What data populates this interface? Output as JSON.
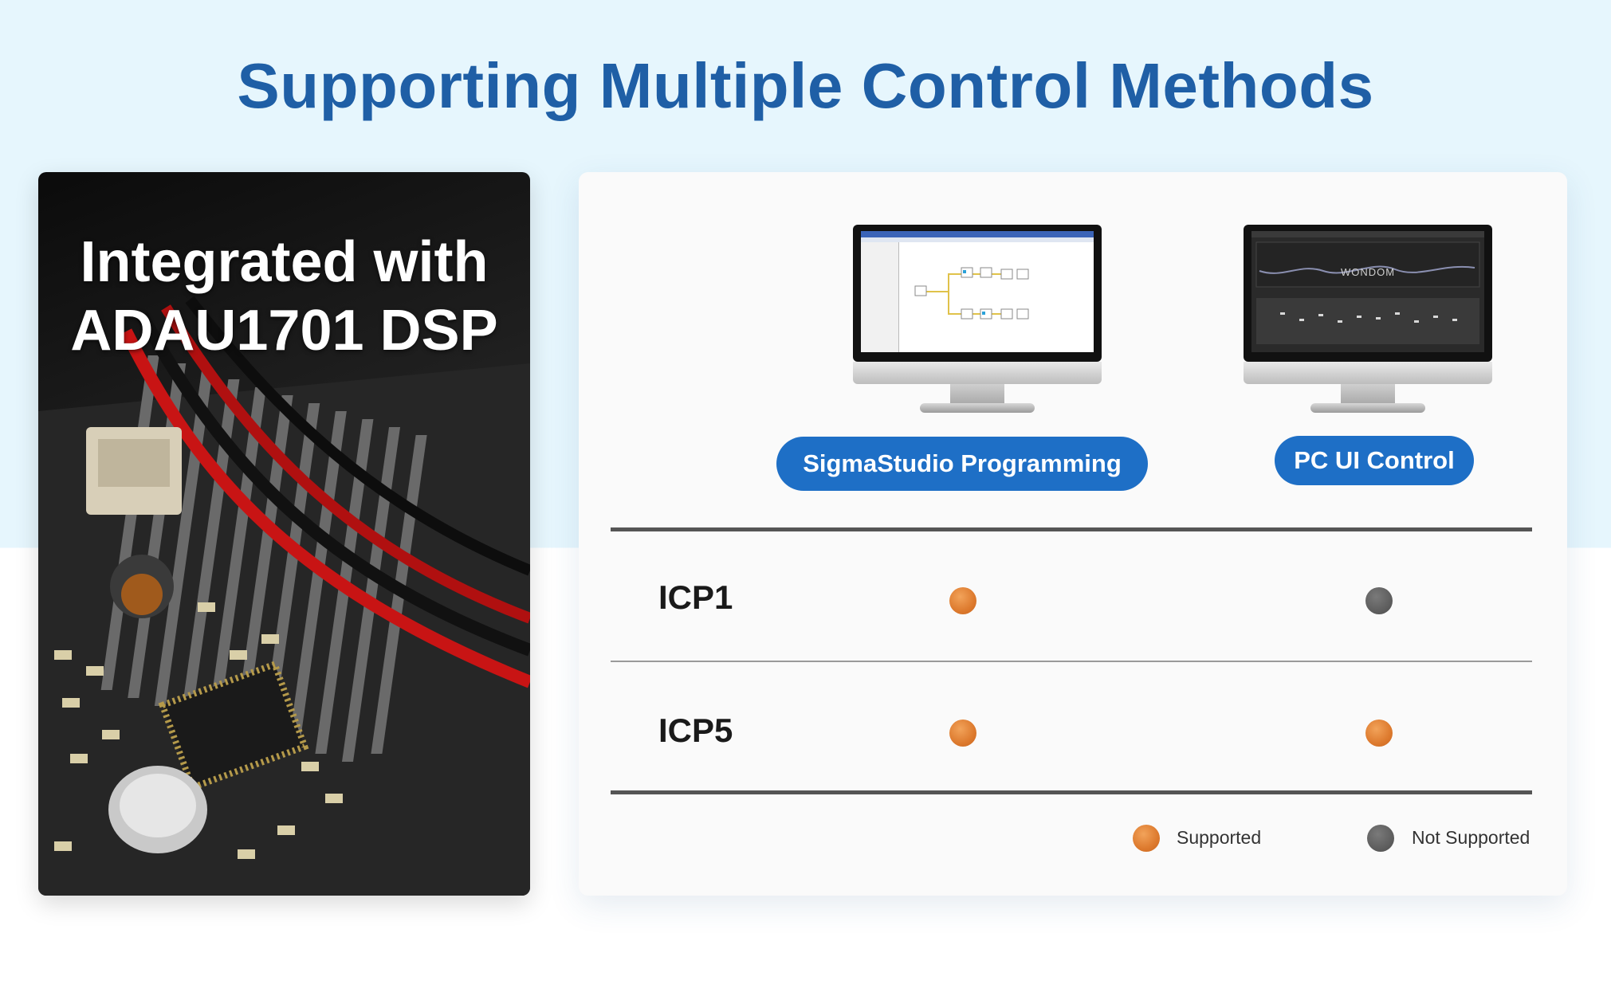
{
  "title": "Supporting Multiple Control Methods",
  "photo": {
    "heading_line1": "Integrated with",
    "heading_line2": "ADAU1701 DSP"
  },
  "columns": [
    {
      "label": "SigmaStudio Programming",
      "screen_brand": ""
    },
    {
      "label": "PC UI Control",
      "screen_brand": "WONDOM"
    }
  ],
  "rows": [
    {
      "label": "ICP1",
      "values": [
        "supported",
        "not_supported"
      ]
    },
    {
      "label": "ICP5",
      "values": [
        "supported",
        "supported"
      ]
    }
  ],
  "legend": {
    "supported": "Supported",
    "not_supported": "Not Supported"
  },
  "colors": {
    "title": "#1f5fa6",
    "pill": "#1e6fc6",
    "supported": "#dd7a2e",
    "not_supported": "#5a5a5a"
  }
}
